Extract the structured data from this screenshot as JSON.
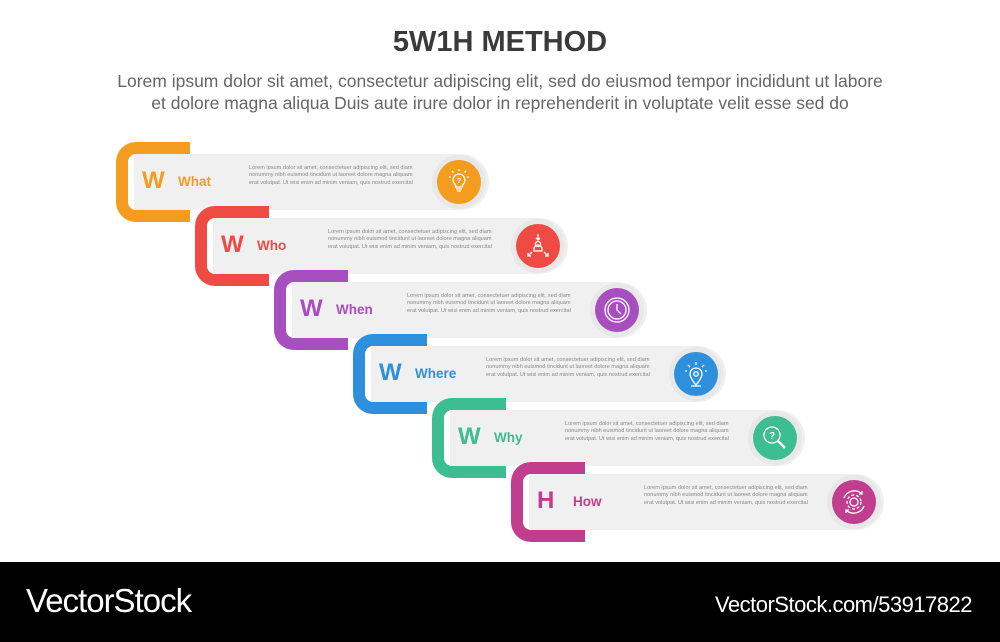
{
  "header": {
    "title": "5W1H METHOD",
    "subtitle_line1": "Lorem ipsum dolor sit amet, consectetur adipiscing elit, sed do eiusmod tempor incididunt ut labore",
    "subtitle_line2": "et dolore magna aliqua Duis aute irure dolor in reprehenderit in voluptate velit esse sed do"
  },
  "items": [
    {
      "letter": "W",
      "label": "What",
      "color": "#f39c1f",
      "icon": "lightbulb-question-icon",
      "desc": "Lorem ipsum dolor sit amet, consectetuer adipiscing elit, sed diam nonummy nibh euismod tincidunt ut laoreet dolore magna aliquam erat volutpat. Ut wisi enim ad minim veniam, quis nostrud exercital"
    },
    {
      "letter": "W",
      "label": "Who",
      "color": "#f04a44",
      "icon": "person-arrows-icon",
      "desc": "Lorem ipsum dolor sit amet, consectetuer adipiscing elit, sed diam nonummy nibh euismod tincidunt ut laoreet dolore magna aliquam erat volutpat. Ut wisi enim ad minim veniam, quis nostrud exercital"
    },
    {
      "letter": "W",
      "label": "When",
      "color": "#a84fbf",
      "icon": "clock-icon",
      "desc": "Lorem ipsum dolor sit amet, consectetuer adipiscing elit, sed diam nonummy nibh euismod tincidunt ut laoreet dolore magna aliquam erat volutpat. Ut wisi enim ad minim veniam, quis nostrud exercital"
    },
    {
      "letter": "W",
      "label": "Where",
      "color": "#2e8fdc",
      "icon": "location-pin-icon",
      "desc": "Lorem ipsum dolor sit amet, consectetuer adipiscing elit, sed diam nonummy nibh euismod tincidunt ut laoreet dolore magna aliquam erat volutpat. Ut wisi enim ad minim veniam, quis nostrud exercital"
    },
    {
      "letter": "W",
      "label": "Why",
      "color": "#3dbd92",
      "icon": "magnifier-question-icon",
      "desc": "Lorem ipsum dolor sit amet, consectetuer adipiscing elit, sed diam nonummy nibh euismod tincidunt ut laoreet dolore magna aliquam erat volutpat. Ut wisi enim ad minim veniam, quis nostrud exercital"
    },
    {
      "letter": "H",
      "label": "How",
      "color": "#c13d8e",
      "icon": "gear-cycle-icon",
      "desc": "Lorem ipsum dolor sit amet, consectetuer adipiscing elit, sed diam nonummy nibh euismod tincidunt ut laoreet dolore magna aliquam erat volutpat. Ut wisi enim ad minim veniam, quis nostrud exercital"
    }
  ],
  "footer": {
    "logo": "VectorStock",
    "url": "VectorStock.com/53917822"
  }
}
